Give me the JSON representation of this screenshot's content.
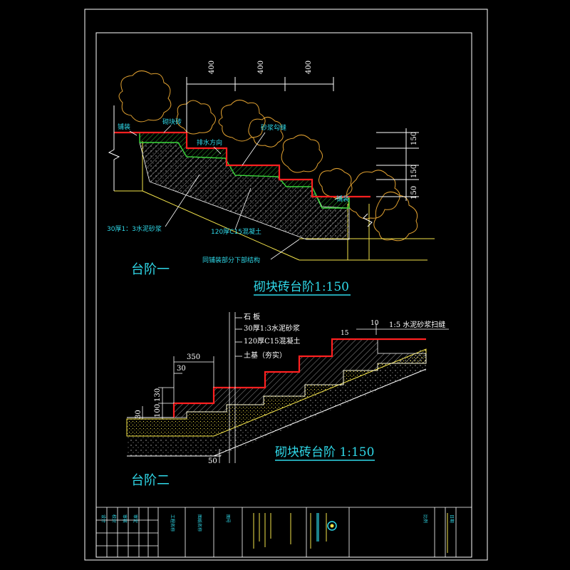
{
  "colors": {
    "background": "#000000",
    "frame": "#ffffff",
    "label": "#2fd8e8",
    "stair_edge": "#ff2020",
    "waterproof": "#39d83a",
    "concrete": "#ffffff",
    "mortar": "#f3e34a",
    "shrub": "#e0a030"
  },
  "drawing1": {
    "name": "台阶一",
    "title": "砌块砖台阶1:150",
    "dims_top": [
      "400",
      "400",
      "400"
    ],
    "dims_right": [
      "150",
      "150",
      "150"
    ],
    "labels": {
      "paving_left": "铺装",
      "paving_right": "铺装",
      "block_brick": "砌块砖",
      "drain_dir": "排水方向",
      "sand_fill": "砂浆勾缝",
      "mortar_layer": "30厚1：3水泥砂浆",
      "concrete_layer": "120厚C15混凝土",
      "base_note": "同铺装部分下部结构"
    }
  },
  "drawing2": {
    "name": "台阶二",
    "title": "砌块砖台阶 1:150",
    "dims": [
      "350",
      "30",
      "100",
      "130",
      "30",
      "50",
      "15",
      "10"
    ],
    "layers": [
      "石 板",
      "30厚1:3水泥砂浆",
      "120厚C15混凝土",
      "土基（夯实）"
    ],
    "joint_note": "1:5 水泥砂浆扫缝"
  },
  "title_block": {
    "cells": [
      "设计",
      "校对",
      "审核",
      "审定",
      "工程名称",
      "图纸名称",
      "图号",
      "比例",
      "日期"
    ]
  }
}
